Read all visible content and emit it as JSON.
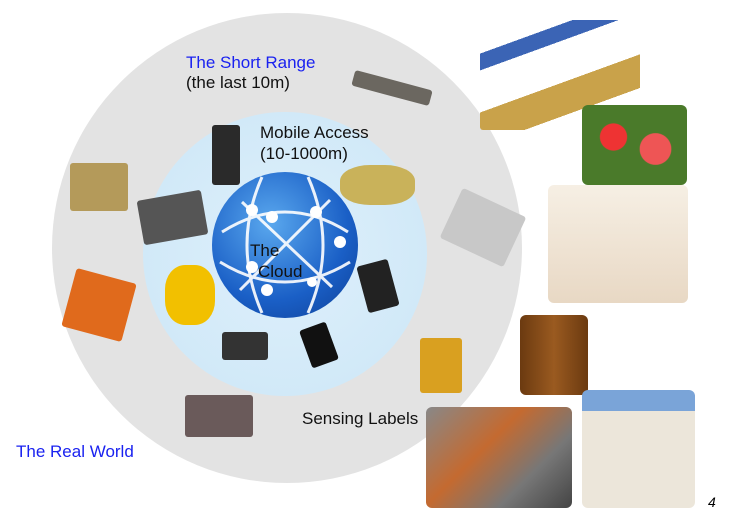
{
  "labels": {
    "short_range_title": "The Short Range",
    "short_range_sub": "(the last 10m)",
    "mobile_title": "Mobile Access",
    "mobile_sub": "(10-1000m)",
    "cloud_line1": "The",
    "cloud_line2": "Cloud",
    "sensing_labels": "Sensing Labels",
    "real_world": "The Real World"
  },
  "page_number": "4",
  "colors": {
    "accent_blue": "#1a22f0",
    "outer_ring": "#e3e3e3",
    "inner_ring": "#cbe6f7",
    "globe": "#1a5fc6"
  }
}
